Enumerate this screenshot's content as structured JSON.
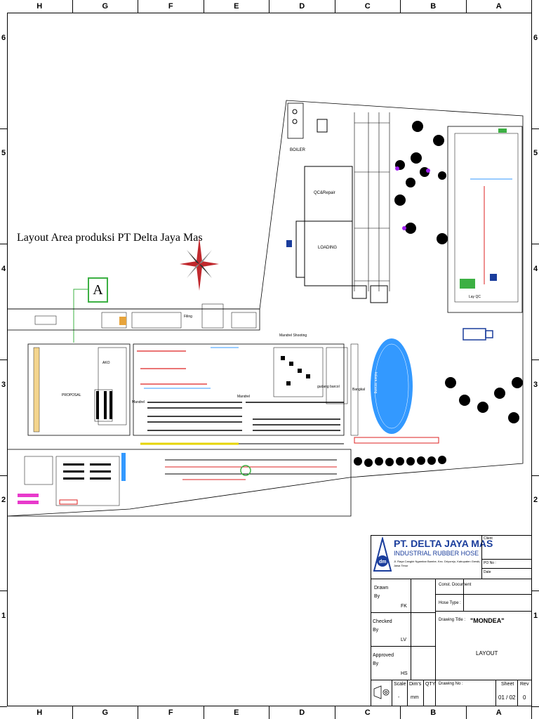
{
  "grid": {
    "columns": [
      "H",
      "G",
      "F",
      "E",
      "D",
      "C",
      "B",
      "A"
    ],
    "rows": [
      "6",
      "5",
      "4",
      "3",
      "2",
      "1"
    ]
  },
  "drawing": {
    "title": "Layout Area produksi PT Delta Jaya Mas",
    "callout": "A",
    "areas": {
      "boiler": "BOILER",
      "qc_repair": "QC&Repair",
      "loading": "LOADING",
      "mandrel_shooting": "Mandrel Shooting",
      "ako": "AKO",
      "proposal": "PROPOSAL",
      "mandrel_left": "Mandrel",
      "mandrel_mid": "Mandrel",
      "gudang_barcol": "gudang barcol",
      "bangkal": "Bangkal",
      "lay_qc": "Lay QC",
      "kolam": "kolam renang",
      "filing": "Filing"
    }
  },
  "title_block": {
    "company": "PT. DELTA JAYA MAS",
    "subtitle": "INDUSTRIAL RUBBER HOSE",
    "address": "Jl. Raya Cangkir Ngambar Bambe, Kec. Driyorejo, Kabupaten Gresik, Jawa Timur",
    "client_label": "Client",
    "po_label": "PO No :",
    "date_label": "Date",
    "drawn_label": "Drawn By",
    "drawn_value": "FK",
    "checked_label": "Checked By",
    "checked_value": "LV",
    "approved_label": "Approved By",
    "approved_value": "HS",
    "const_doc_label": "Const. Document",
    "hose_type_label": "Hose Type",
    "hose_type_sep": ":",
    "drawing_title_label": "Drawing Title :",
    "drawing_title_value": "\"MONDEA\"",
    "drawing_subtitle": "LAYOUT",
    "scale_label": "Scale",
    "scale_value": "-",
    "dims_label": "Dim's",
    "dims_value": "mm",
    "qty_label": "QTY",
    "drawing_no_label": "Drawing No :",
    "sheet_label": "Sheet",
    "sheet_value": "01 / 02",
    "rev_label": "Rev",
    "rev_value": "0"
  },
  "colors": {
    "accent_blue": "#1a3d9c",
    "callout_green": "#3cb043",
    "pool_blue": "#3399ff",
    "compass_red": "#c0282d"
  }
}
